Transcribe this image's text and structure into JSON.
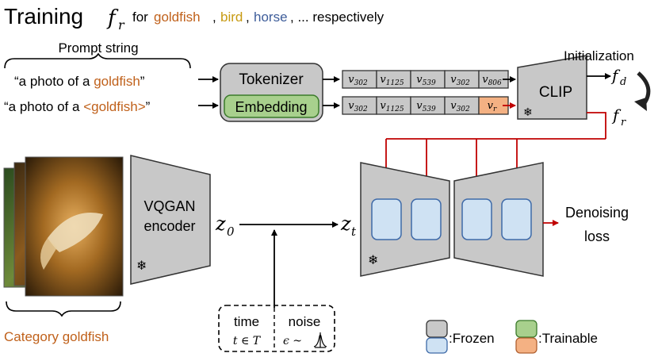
{
  "title": {
    "main": "Training",
    "f_symbol": "f",
    "f_sub": "r",
    "for_text": "for",
    "class1": "goldfish",
    "comma1": ",",
    "class2": "bird",
    "comma2": ",",
    "class3": "horse",
    "suffix": ", ... respectively"
  },
  "prompt": {
    "label": "Prompt string",
    "text1_prefix": "“a photo of a ",
    "text1_word": "goldfish",
    "text1_suffix": "”",
    "text2_prefix": "“a photo of a ",
    "text2_word": "<goldfish>",
    "text2_suffix": "”"
  },
  "tokenizer": {
    "label": "Tokenizer",
    "embedding_label": "Embedding"
  },
  "tokens_row1": [
    {
      "v": "v",
      "sub": "302"
    },
    {
      "v": "v",
      "sub": "1125"
    },
    {
      "v": "v",
      "sub": "539"
    },
    {
      "v": "v",
      "sub": "302"
    },
    {
      "v": "v",
      "sub": "806"
    }
  ],
  "tokens_row2": [
    {
      "v": "v",
      "sub": "302"
    },
    {
      "v": "v",
      "sub": "1125"
    },
    {
      "v": "v",
      "sub": "539"
    },
    {
      "v": "v",
      "sub": "302"
    },
    {
      "v": "v",
      "sub": "r"
    }
  ],
  "clip": {
    "label": "CLIP"
  },
  "init": {
    "label": "Initialization",
    "fd_symbol": "f",
    "fd_sub": "d",
    "fr_symbol": "f",
    "fr_sub": "r"
  },
  "vqgan": {
    "line1": "VQGAN",
    "line2": "encoder"
  },
  "latent": {
    "z0": "z",
    "z0_sub": "0",
    "zt": "z",
    "zt_sub": "t"
  },
  "time_noise": {
    "time": "time",
    "time_expr": "t ∈ T",
    "noise": "noise",
    "noise_expr": "ϵ ~ "
  },
  "output": {
    "line1": "Denoising",
    "line2": "loss"
  },
  "category": {
    "label": "Category goldfish"
  },
  "legend": {
    "frozen": ":Frozen",
    "trainable": ":Trainable"
  },
  "colors": {
    "goldfish": "#c0611b",
    "bird": "#c79a12",
    "horse": "#3e5d9a",
    "frozen_fill": "#c8c8c8",
    "frozen_light": "#cfe2f3",
    "trainable_fill": "#a8d08d",
    "trainable_light": "#f4b183",
    "red_arrow": "#c00000"
  }
}
